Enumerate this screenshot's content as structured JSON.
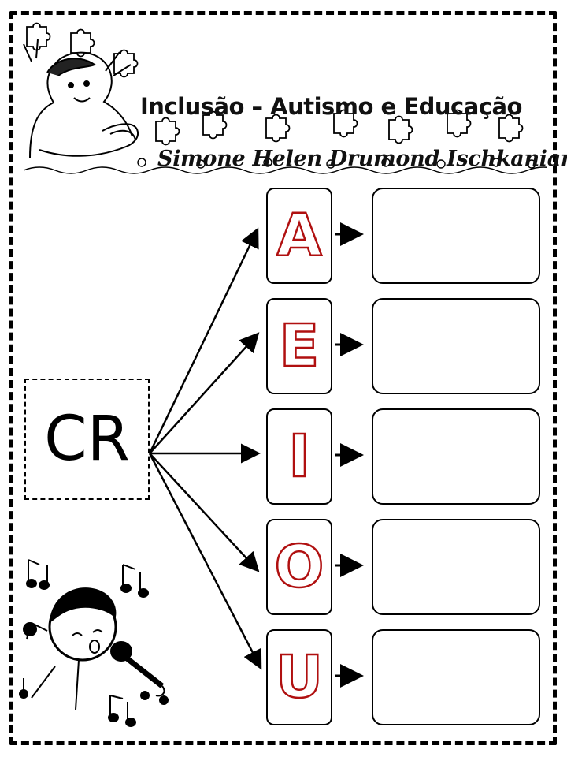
{
  "header": {
    "title": "Inclusão – Autismo e Educação",
    "author": "Simone Helen Drumond Ischkanian"
  },
  "exercise": {
    "syllable": "CR",
    "vowels": [
      "A",
      "E",
      "I",
      "O",
      "U"
    ]
  },
  "illustrations": {
    "header_image": "girl-with-puzzle-pieces",
    "footer_image": "singing-child-with-music-notes"
  }
}
